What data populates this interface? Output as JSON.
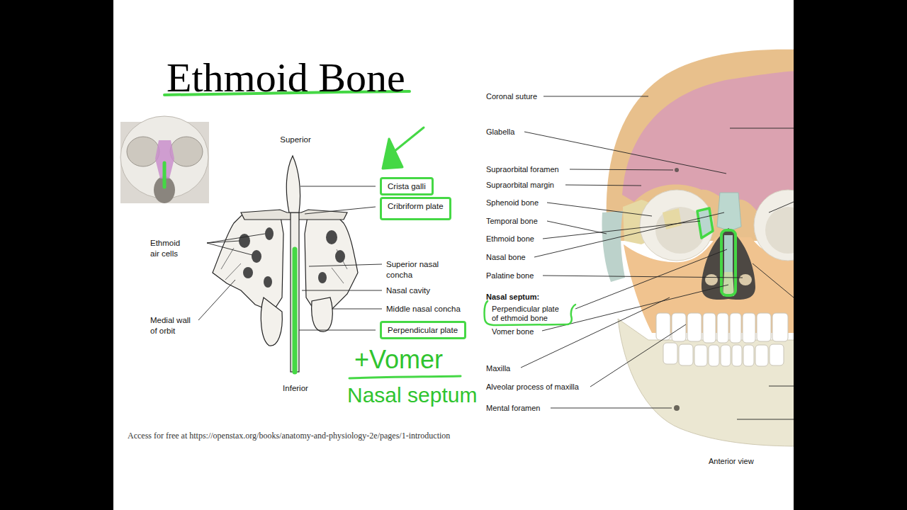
{
  "diagram": {
    "title": "Ethmoid Bone",
    "caption": "Access for free at https://openstax.org/books/anatomy-and-physiology-2e/pages/1-introduction",
    "nodes": [
      {
        "text": [
          "Crista galli"
        ]
      },
      {
        "text": [
          "Cribriform plate"
        ]
      },
      {
        "text": [
          "Perpendicular plate"
        ]
      }
    ],
    "labels": [
      "Superior",
      "Ethmoid air cells",
      "Superior nasal concha",
      "Nasal cavity",
      "Middle nasal concha",
      "Medial wall of orbit",
      "Inferior",
      "+Vomer",
      "Nasal septum",
      "Coronal suture",
      "Glabella",
      "Supraorbital foramen",
      "Supraorbital margin",
      "Sphenoid bone",
      "Temporal bone",
      "Ethmoid bone",
      "Nasal bone",
      "Palatine bone",
      "Nasal septum:",
      "Perpendicular plate of ethmoid bone",
      "Vomer bone",
      "Maxilla",
      "Alveolar process of maxilla",
      "Mental foramen",
      "Anterior view"
    ]
  }
}
